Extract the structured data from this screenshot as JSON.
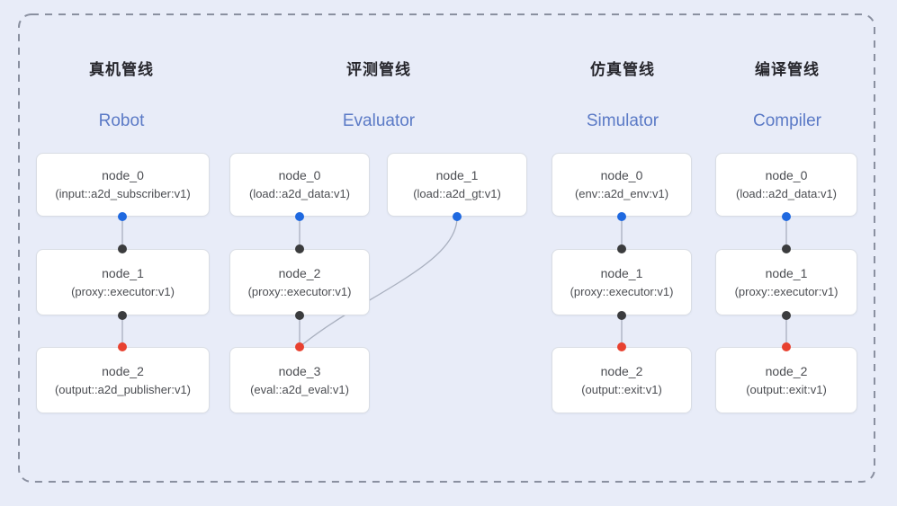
{
  "diagram": {
    "colors": {
      "background": "#e8ecf8",
      "dashed_border": "#8a90a0",
      "box_fill": "#ffffff",
      "box_border": "#d9dde4",
      "edge": "#a9b0bf",
      "port_blue": "#1f69e0",
      "port_dark": "#3b3c3e",
      "port_red": "#e84130",
      "title_zh_color": "#26262c",
      "title_en_color": "#5b7ac6",
      "node_text_color": "#4b4d52"
    },
    "pipelines": [
      {
        "title_zh": "真机管线",
        "title_en": "Robot",
        "nodes": [
          {
            "name": "node_0",
            "impl": "(input::a2d_subscriber:v1)"
          },
          {
            "name": "node_1",
            "impl": "(proxy::executor:v1)"
          },
          {
            "name": "node_2",
            "impl": "(output::a2d_publisher:v1)"
          }
        ]
      },
      {
        "title_zh": "评测管线",
        "title_en": "Evaluator",
        "nodes": [
          {
            "name": "node_0",
            "impl": "(load::a2d_data:v1)"
          },
          {
            "name": "node_1",
            "impl": "(load::a2d_gt:v1)"
          },
          {
            "name": "node_2",
            "impl": "(proxy::executor:v1)"
          },
          {
            "name": "node_3",
            "impl": "(eval::a2d_eval:v1)"
          }
        ]
      },
      {
        "title_zh": "仿真管线",
        "title_en": "Simulator",
        "nodes": [
          {
            "name": "node_0",
            "impl": "(env::a2d_env:v1)"
          },
          {
            "name": "node_1",
            "impl": "(proxy::executor:v1)"
          },
          {
            "name": "node_2",
            "impl": "(output::exit:v1)"
          }
        ]
      },
      {
        "title_zh": "编译管线",
        "title_en": "Compiler",
        "nodes": [
          {
            "name": "node_0",
            "impl": "(load::a2d_data:v1)"
          },
          {
            "name": "node_1",
            "impl": "(proxy::executor:v1)"
          },
          {
            "name": "node_2",
            "impl": "(output::exit:v1)"
          }
        ]
      }
    ],
    "connections": [
      {
        "pipeline": "Robot",
        "from": "node_0",
        "to": "node_1"
      },
      {
        "pipeline": "Robot",
        "from": "node_1",
        "to": "node_2"
      },
      {
        "pipeline": "Evaluator",
        "from": "node_0",
        "to": "node_2"
      },
      {
        "pipeline": "Evaluator",
        "from": "node_1",
        "to": "node_3"
      },
      {
        "pipeline": "Evaluator",
        "from": "node_2",
        "to": "node_3"
      },
      {
        "pipeline": "Simulator",
        "from": "node_0",
        "to": "node_1"
      },
      {
        "pipeline": "Simulator",
        "from": "node_1",
        "to": "node_2"
      },
      {
        "pipeline": "Compiler",
        "from": "node_0",
        "to": "node_1"
      },
      {
        "pipeline": "Compiler",
        "from": "node_1",
        "to": "node_2"
      }
    ]
  }
}
